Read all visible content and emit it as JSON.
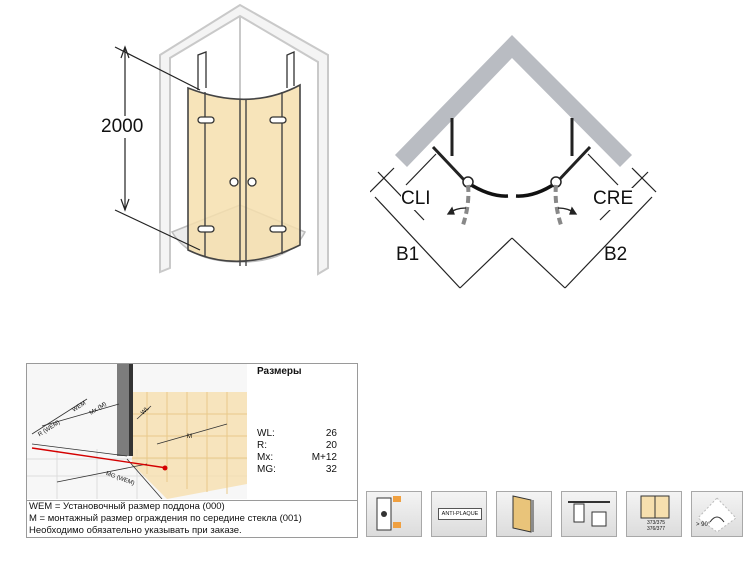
{
  "perspective_view": {
    "height_label": "2000"
  },
  "plan_view": {
    "left_label": "CLI",
    "right_label": "CRE",
    "b1_label": "B1",
    "b2_label": "B2"
  },
  "dimensions_panel": {
    "title": "Размеры",
    "rows": [
      {
        "key": "WL:",
        "value": "26"
      },
      {
        "key": "R:",
        "value": "20"
      },
      {
        "key": "Mx:",
        "value": "M+12"
      },
      {
        "key": "MG:",
        "value": "32"
      }
    ],
    "diagram_labels": {
      "r_wem": "R (WEM)",
      "wem": "WEM",
      "mx_m": "Mx (M)",
      "wl": "WL",
      "m": "M",
      "mg_wem": "MG (WEM)"
    },
    "notes": [
      "WEM = Установочный размер поддона (000)",
      "M = монтажный размер ограждения по середине стекла (001)",
      "Необходимо обязательно указывать при заказе."
    ]
  },
  "feature_icons": [
    {
      "name": "handle-positions-icon",
      "caption": ""
    },
    {
      "name": "anti-plaque-icon",
      "caption": "ANTI-PLAQUE"
    },
    {
      "name": "door-panel-icon",
      "caption": ""
    },
    {
      "name": "wall-profile-icon",
      "caption": ""
    },
    {
      "name": "size-range-icon",
      "caption": "373/375 376/377"
    },
    {
      "name": "opening-angle-icon",
      "caption": "> 90°"
    }
  ]
}
